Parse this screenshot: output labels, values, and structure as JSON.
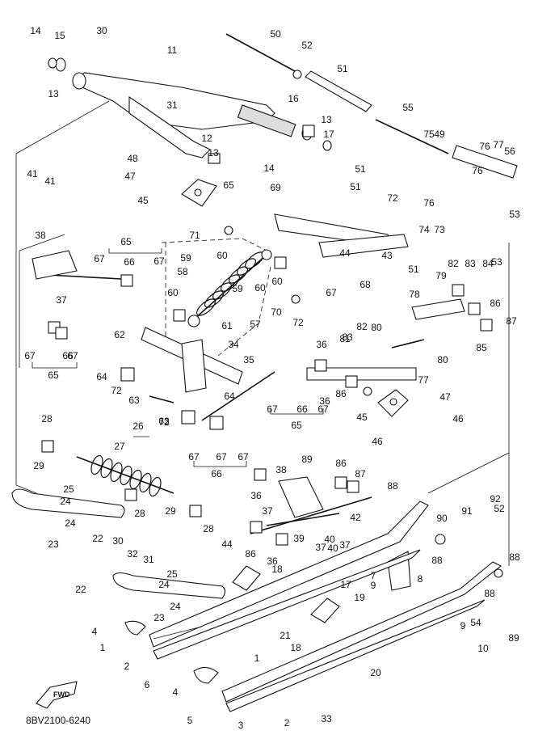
{
  "diagram": {
    "code": "8BV2100-6240",
    "fwd_label": "FWD",
    "callouts": [
      "1",
      "1",
      "2",
      "2",
      "3",
      "4",
      "4",
      "5",
      "6",
      "7",
      "8",
      "9",
      "9",
      "10",
      "11",
      "12",
      "13",
      "13",
      "13",
      "14",
      "14",
      "15",
      "16",
      "17",
      "17",
      "18",
      "18",
      "19",
      "20",
      "21",
      "22",
      "22",
      "23",
      "23",
      "24",
      "24",
      "24",
      "24",
      "25",
      "25",
      "26",
      "27",
      "28",
      "28",
      "28",
      "29",
      "29",
      "30",
      "30",
      "31",
      "31",
      "32",
      "33",
      "34",
      "35",
      "36",
      "36",
      "36",
      "36",
      "37",
      "37",
      "37",
      "37",
      "38",
      "38",
      "39",
      "40",
      "40",
      "41",
      "41",
      "42",
      "43",
      "44",
      "44",
      "45",
      "45",
      "46",
      "46",
      "47",
      "47",
      "48",
      "49",
      "50",
      "51",
      "51",
      "51",
      "51",
      "52",
      "52",
      "53",
      "53",
      "54",
      "55",
      "56",
      "57",
      "58",
      "59",
      "59",
      "60",
      "60",
      "60",
      "60",
      "61",
      "62",
      "63",
      "63",
      "64",
      "64",
      "65",
      "65",
      "65",
      "65",
      "66",
      "66",
      "66",
      "66",
      "67",
      "67",
      "67",
      "67",
      "67",
      "67",
      "67",
      "67",
      "67",
      "67",
      "68",
      "69",
      "70",
      "71",
      "72",
      "72",
      "72",
      "72",
      "73",
      "74",
      "75",
      "76",
      "76",
      "76",
      "77",
      "77",
      "78",
      "79",
      "80",
      "80",
      "81",
      "82",
      "82",
      "83",
      "83",
      "84",
      "85",
      "86",
      "86",
      "86",
      "86",
      "87",
      "87",
      "88",
      "88",
      "88",
      "88",
      "89",
      "89",
      "90",
      "91",
      "92"
    ]
  }
}
